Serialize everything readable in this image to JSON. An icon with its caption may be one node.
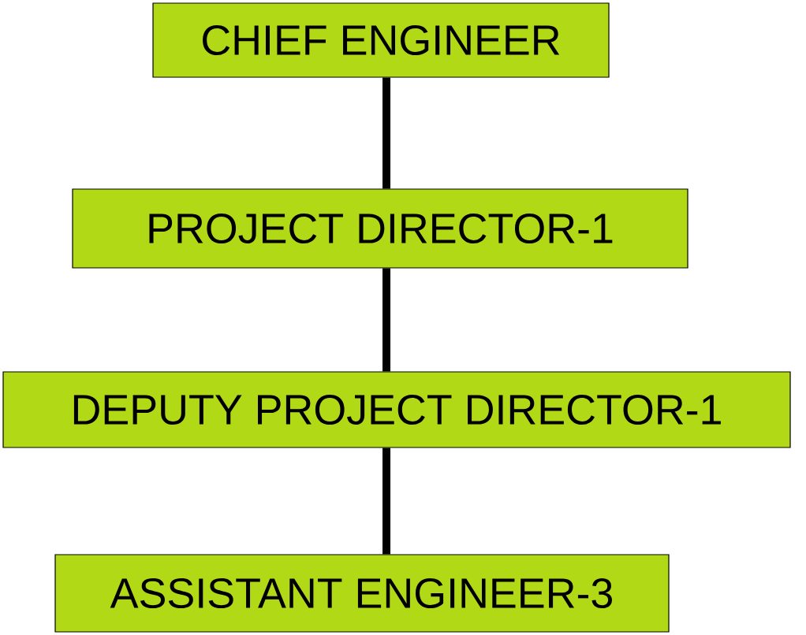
{
  "diagram": {
    "nodes": [
      {
        "text": [
          "CHIEF ENGINEER"
        ]
      },
      {
        "text": [
          "PROJECT DIRECTOR-1"
        ]
      },
      {
        "text": [
          "DEPUTY PROJECT DIRECTOR-1"
        ]
      },
      {
        "text": [
          "ASSISTANT ENGINEER-3"
        ]
      }
    ],
    "edges": [
      {
        "from": 0,
        "to": 1,
        "arrow": "none"
      },
      {
        "from": 1,
        "to": 2,
        "arrow": "none"
      },
      {
        "from": 2,
        "to": 3,
        "arrow": "none"
      }
    ]
  }
}
